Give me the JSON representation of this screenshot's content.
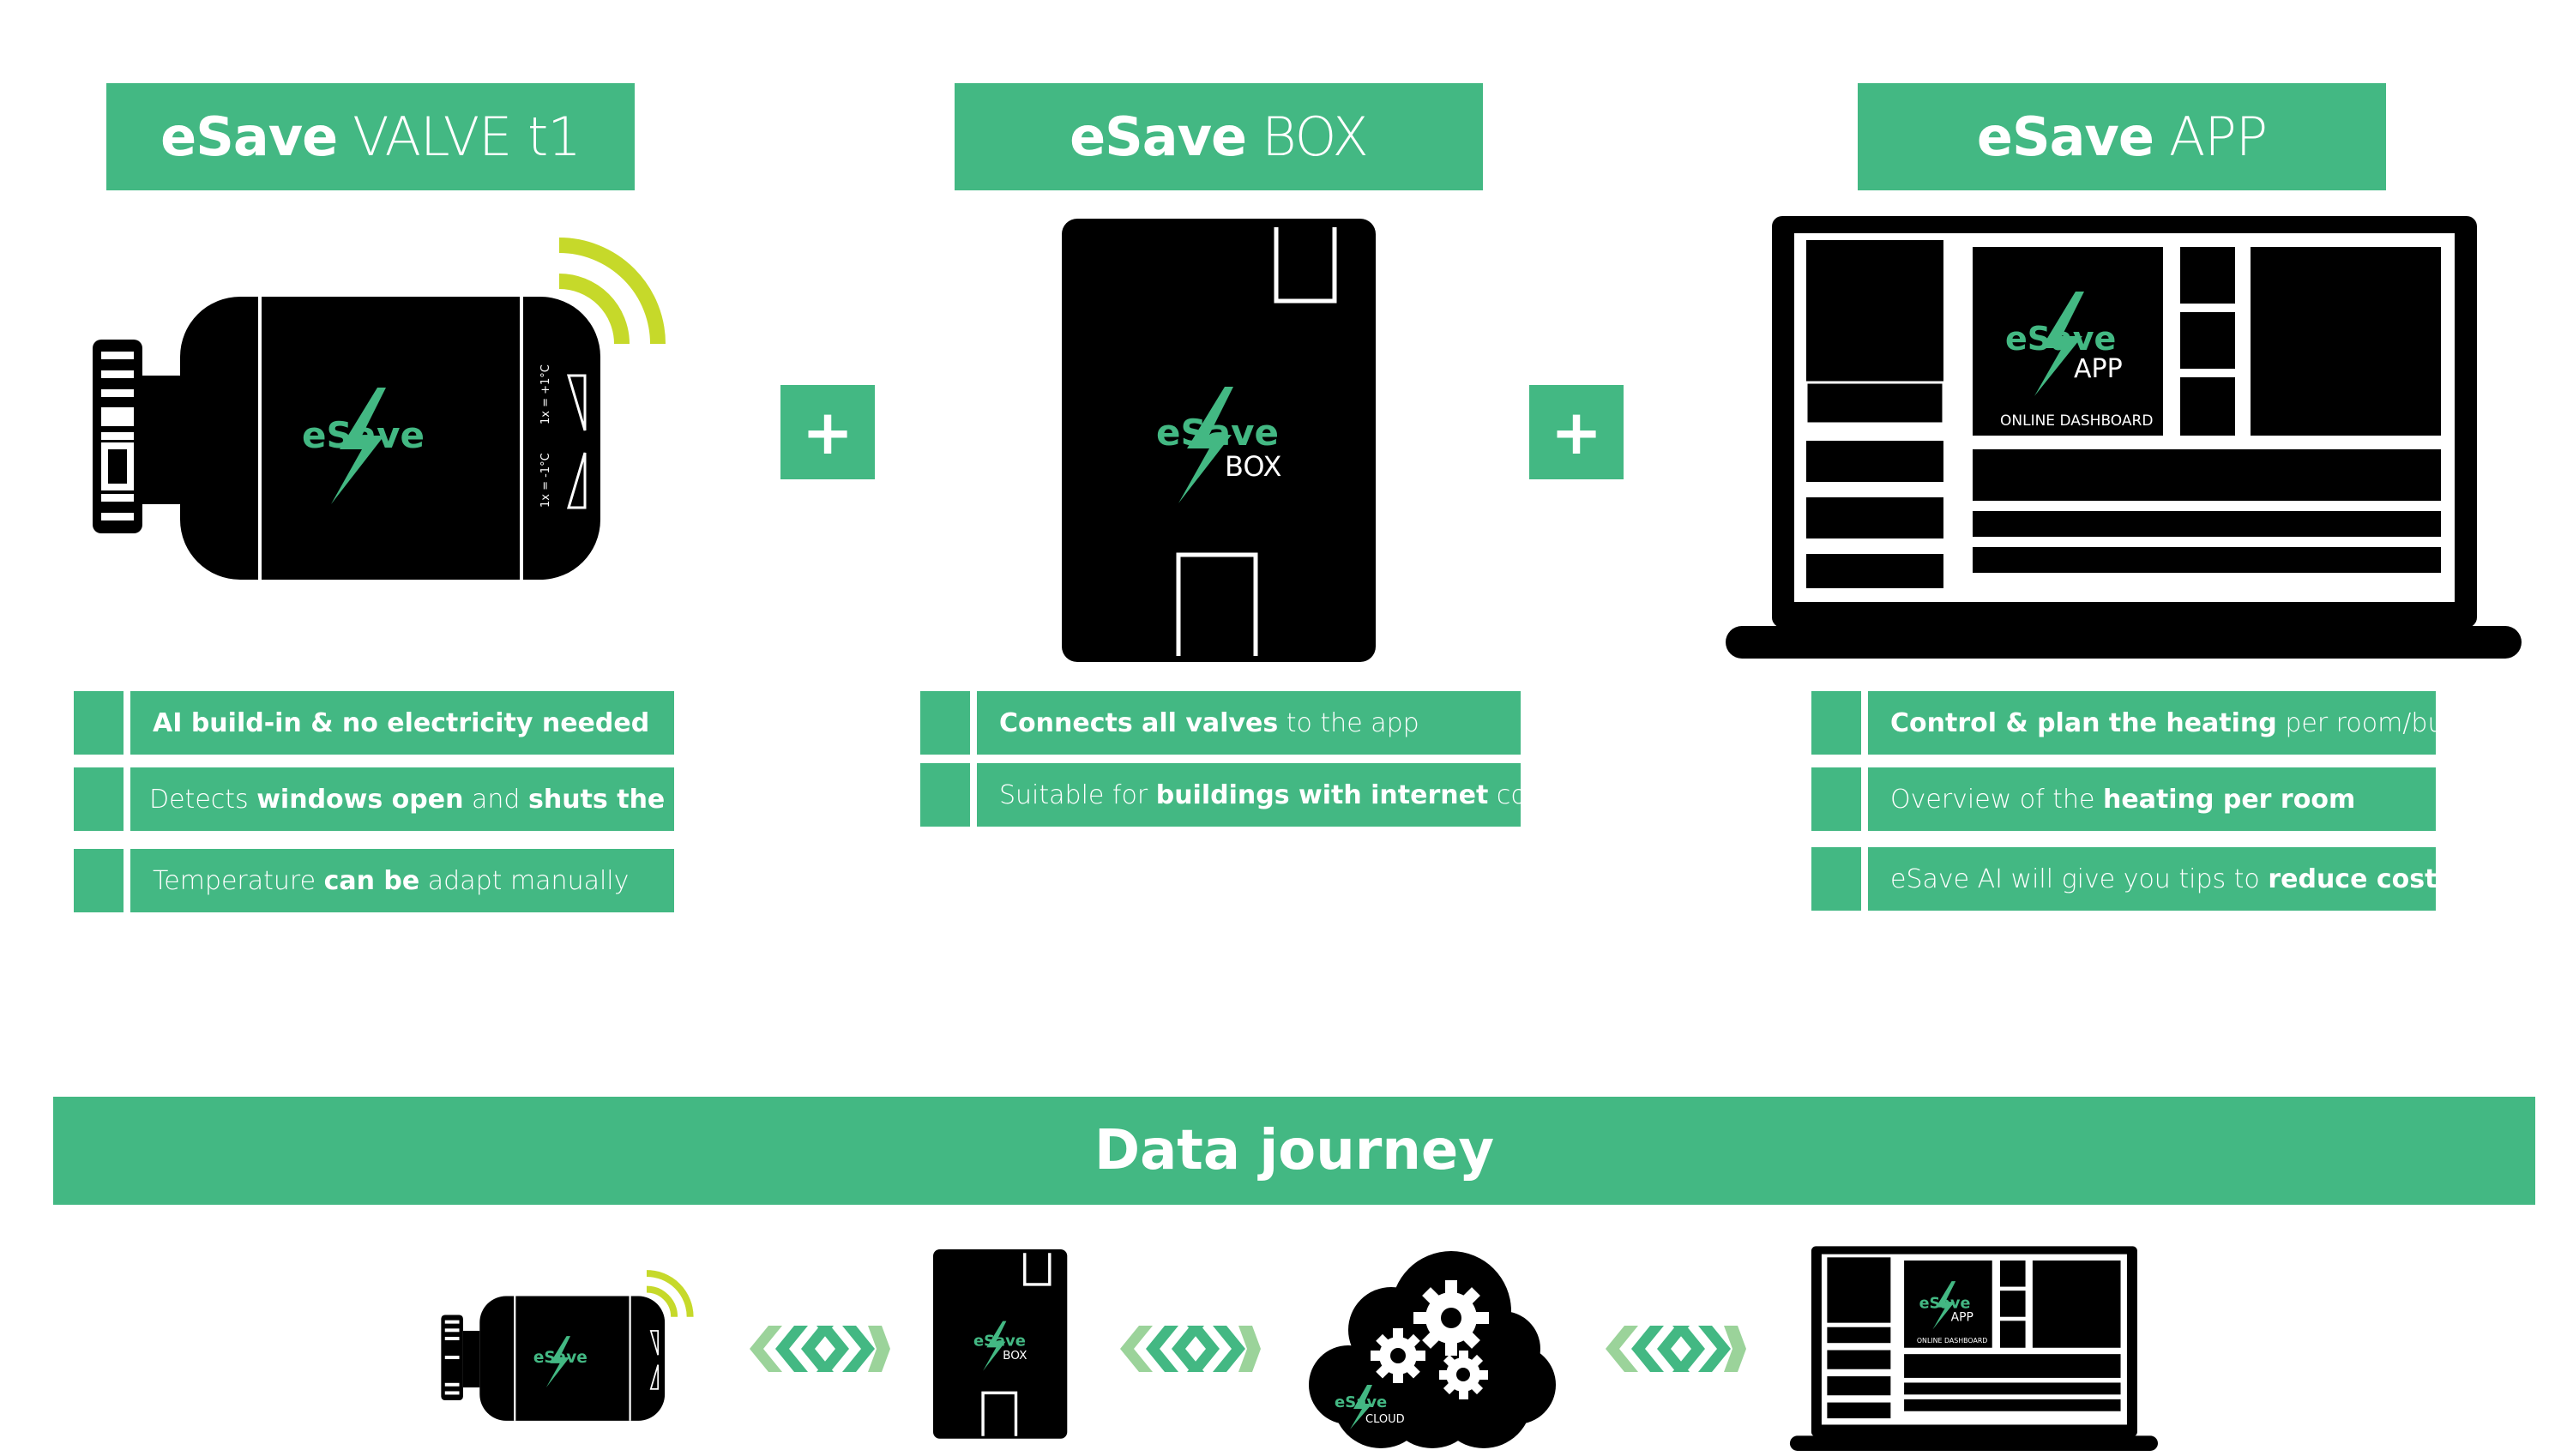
{
  "colors": {
    "accent": "#43b883",
    "dark": "#000000",
    "signal": "#c6d92a",
    "light_green": "#9bd39a"
  },
  "products": [
    {
      "brand": "eSave",
      "name": "VALVE t1"
    },
    {
      "brand": "eSave",
      "name": "BOX"
    },
    {
      "brand": "eSave",
      "name": "APP"
    }
  ],
  "plus_symbols": [
    "+",
    "+"
  ],
  "valve": {
    "logo_text": "eSave",
    "label_up": "1x = +1°C",
    "label_down": "1x = -1°C"
  },
  "box": {
    "logo_text": "eSave",
    "sub": "BOX"
  },
  "app": {
    "logo_text": "eSave",
    "sub": "APP",
    "dashboard": "ONLINE DASHBOARD"
  },
  "features": {
    "valve": [
      {
        "bold": "AI build-in & no electricity needed"
      },
      {
        "pre": "Detects ",
        "bold": "windows open",
        "mid": " and ",
        "bold2": "shuts the radiator"
      },
      {
        "pre": "Temperature ",
        "bold": "can be",
        "post": " adapt manually"
      }
    ],
    "box": [
      {
        "bold": "Connects all valves",
        "post": " to the app"
      },
      {
        "pre": "Suitable for ",
        "bold": "buildings with internet",
        "post": " connection"
      }
    ],
    "app": [
      {
        "bold": "Control & plan the heating",
        "post": " per room/building"
      },
      {
        "pre": "Overview of the ",
        "bold": "heating per room"
      },
      {
        "pre": "eSave AI will give you tips to ",
        "bold": "reduce costs"
      }
    ]
  },
  "journey": {
    "title": "Data journey",
    "cloud": {
      "logo_text": "eSave",
      "sub": "CLOUD"
    },
    "steps": [
      "valve-icon",
      "box-icon",
      "cloud-icon",
      "app-icon"
    ]
  }
}
